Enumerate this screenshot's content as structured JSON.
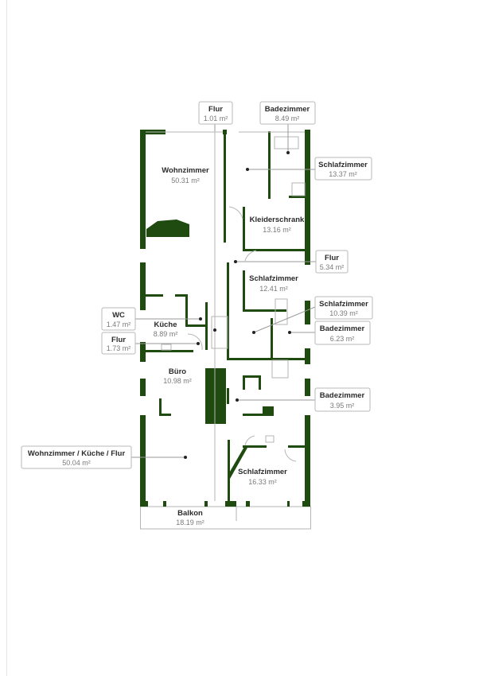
{
  "floorplan": {
    "wall_color": "#1f4a10",
    "rooms": [
      {
        "name": "Flur",
        "area": "1.01 m²"
      },
      {
        "name": "Badezimmer",
        "area": "8.49 m²"
      },
      {
        "name": "Wohnzimmer",
        "area": "50.31 m²"
      },
      {
        "name": "Schlafzimmer",
        "area": "13.37 m²"
      },
      {
        "name": "Kleiderschrank",
        "area": "13.16 m²"
      },
      {
        "name": "Flur",
        "area": "5.34 m²"
      },
      {
        "name": "Schlafzimmer",
        "area": "12.41 m²"
      },
      {
        "name": "Schlafzimmer",
        "area": "10.39 m²"
      },
      {
        "name": "Badezimmer",
        "area": "6.23 m²"
      },
      {
        "name": "WC",
        "area": "1.47 m²"
      },
      {
        "name": "Küche",
        "area": "8.89 m²"
      },
      {
        "name": "Flur",
        "area": "1.73 m²"
      },
      {
        "name": "Büro",
        "area": "10.98 m²"
      },
      {
        "name": "Badezimmer",
        "area": "3.95 m²"
      },
      {
        "name": "Wohnzimmer / Küche / Flur",
        "area": "50.04 m²"
      },
      {
        "name": "Schlafzimmer",
        "area": "16.33 m²"
      },
      {
        "name": "Balkon",
        "area": "18.19 m²"
      }
    ]
  }
}
